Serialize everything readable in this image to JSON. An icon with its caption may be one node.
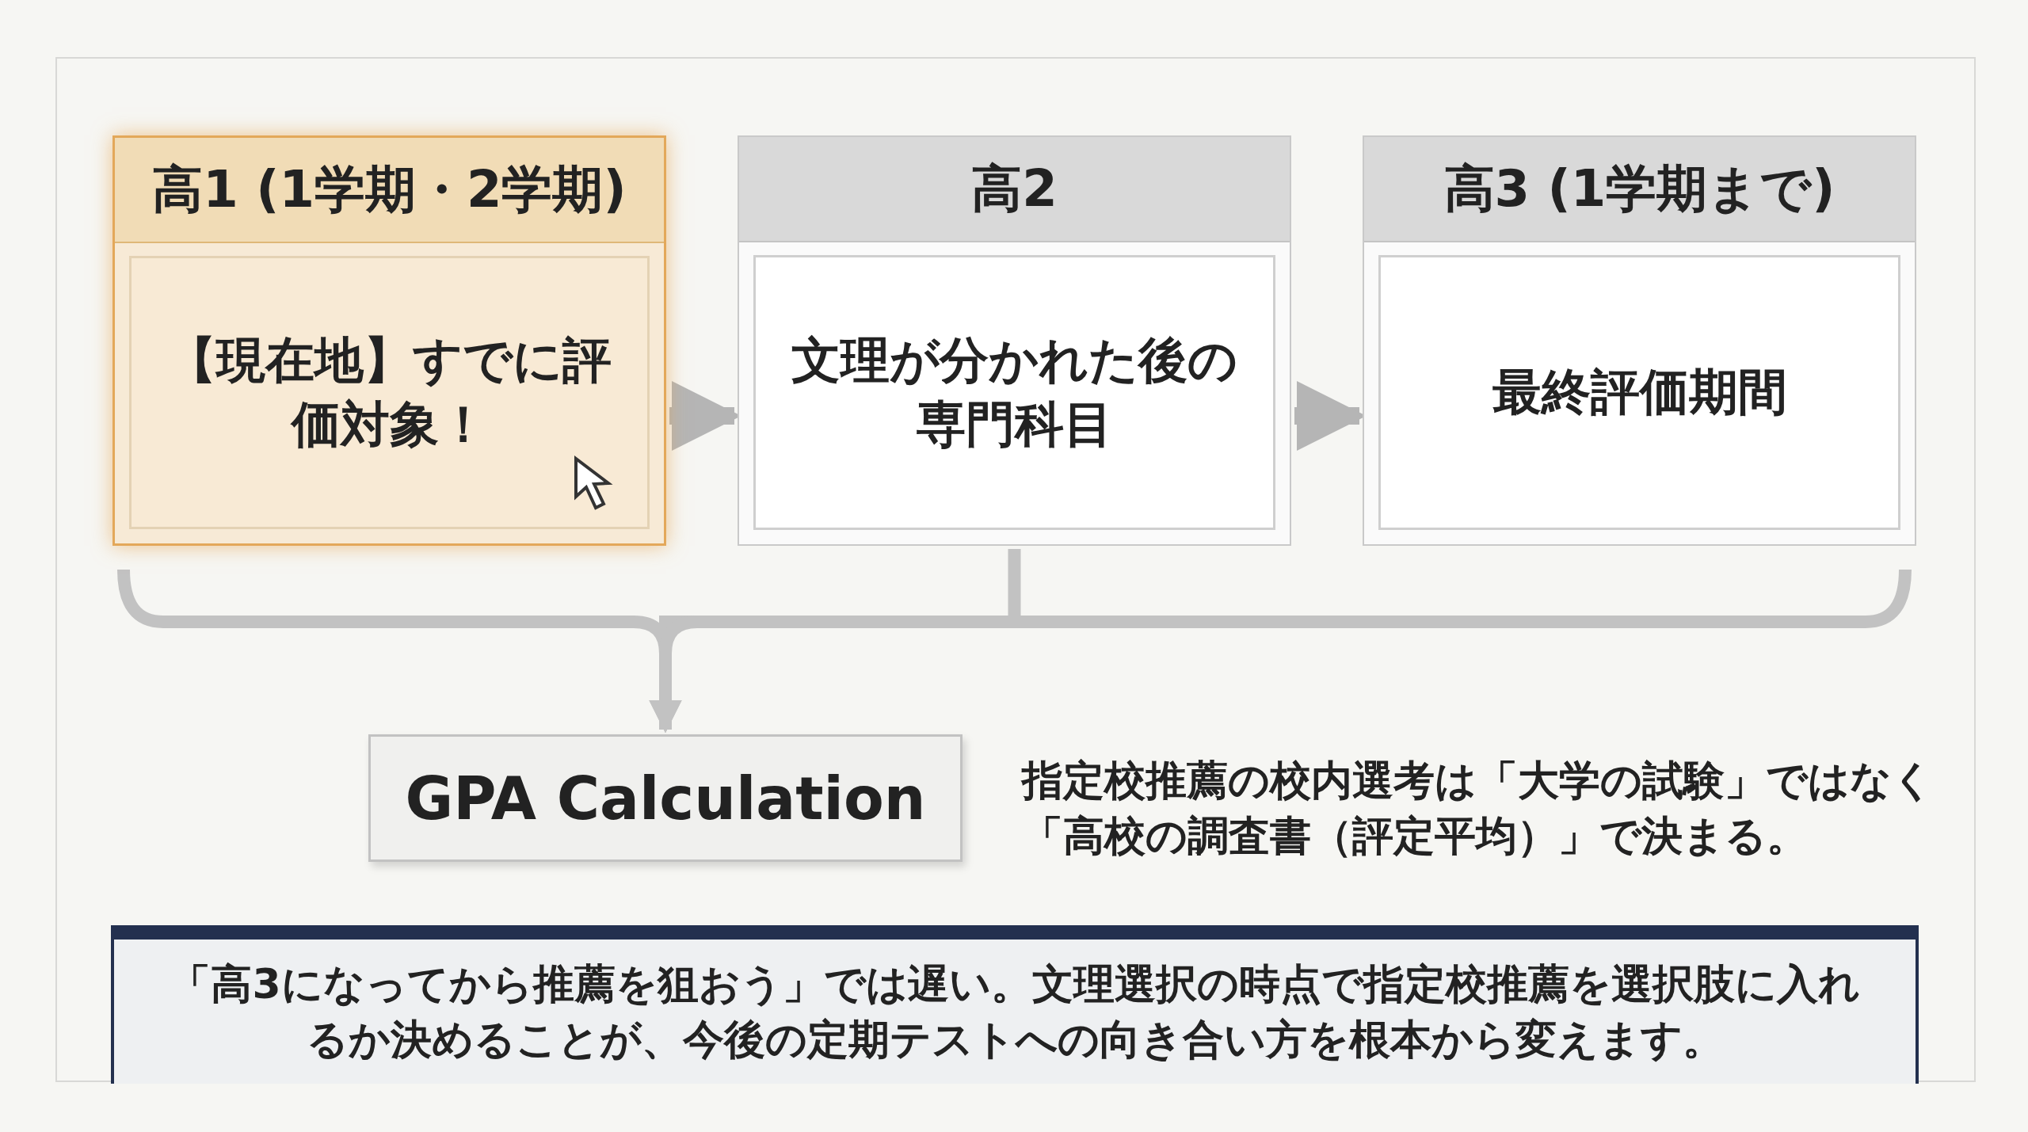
{
  "diagram": {
    "nodes": [
      {
        "text": [
          "高1 (1学期・2学期)",
          "【現在地】すでに評価対象！"
        ]
      },
      {
        "text": [
          "高2",
          "文理が分かれた後の専門科目"
        ]
      },
      {
        "text": [
          "高3 (1学期まで)",
          "最終評価期間"
        ]
      },
      {
        "text": [
          "GPA Calculation"
        ]
      },
      {
        "text": [
          "「高3になってから推薦を狙おう」では遅い。文理選択の時点で指定校推薦を選択肢に入れるか決めることが、今後の定期テストへの向き合い方を根本から変えます。"
        ]
      }
    ],
    "edges": [
      {
        "from": 0,
        "to": 1,
        "arrow": "to"
      },
      {
        "from": 1,
        "to": 2,
        "arrow": "to"
      },
      {
        "from": 0,
        "to": 3,
        "arrow": "to"
      },
      {
        "from": 1,
        "to": 3,
        "arrow": "to"
      },
      {
        "from": 2,
        "to": 3,
        "arrow": "to"
      }
    ],
    "labels": [
      "指定校推薦の校内選考は「大学の試験」ではなく「高校の調査書（評定平均）」で決まる。"
    ]
  }
}
